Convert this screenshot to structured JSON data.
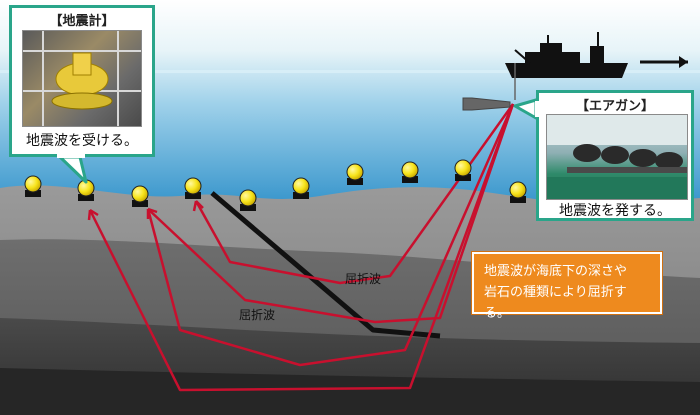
{
  "seismometer_callout": {
    "title": "【地震計】",
    "caption": "地震波を受ける。"
  },
  "airgun_callout": {
    "title": "【エアガン】",
    "caption": "地震波を発する。"
  },
  "refraction_labels": {
    "upper": "屈折波",
    "lower": "屈折波"
  },
  "note": {
    "line1": "地震波が海底下の深さや",
    "line2": "岩石の種類により屈折する。"
  },
  "colors": {
    "sky_top": "#ffffff",
    "sea_surface": "#cfe9f6",
    "sea_deep": "#1e8fc8",
    "seabed_top": "#8a8a8a",
    "seabed_bottom": "#3a3a3a",
    "ray": "#c8102e",
    "fault": "#111111",
    "callout_frame": "#2aa58a",
    "note_box": "#ee8a1e"
  },
  "icons": [
    "ship-icon",
    "arrow-right-icon",
    "seismometer-icon",
    "airgun-icon"
  ]
}
